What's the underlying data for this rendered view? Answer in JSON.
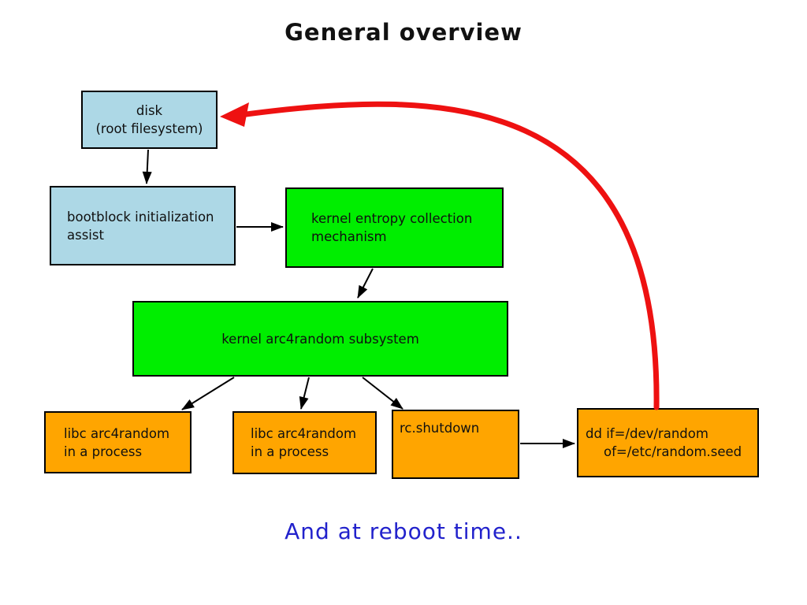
{
  "slide": {
    "title": "General overview",
    "footer_note": "And at reboot time.."
  },
  "colors": {
    "box_blue": "#add8e6",
    "box_green": "#00ee00",
    "box_orange": "#ffa500",
    "arrow_red": "#ee1111",
    "footer_blue": "#2222cc"
  },
  "nodes": {
    "disk": {
      "line1": "disk",
      "line2": "(root filesystem)"
    },
    "bootblock": {
      "line1": "bootblock initialization",
      "line2": "assist"
    },
    "entropy": {
      "line1": "kernel entropy collection",
      "line2": "mechanism"
    },
    "subsystem": {
      "line1": "kernel arc4random subsystem"
    },
    "libc_process_1": {
      "line1": "libc arc4random",
      "line2": "in a process"
    },
    "libc_process_2": {
      "line1": "libc arc4random",
      "line2": "in a process"
    },
    "rc_shutdown": {
      "line1": "rc.shutdown"
    },
    "dd_seed": {
      "line1": "dd if=/dev/random",
      "line2": "of=/etc/random.seed"
    }
  }
}
